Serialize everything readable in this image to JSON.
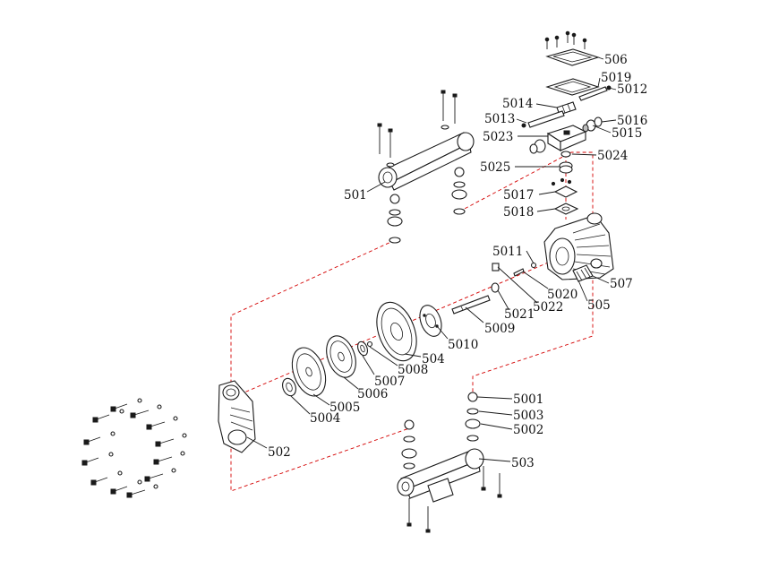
{
  "colors": {
    "ink": "#1a1a1a",
    "flow_line": "#d40000",
    "background": "#ffffff"
  },
  "labels": {
    "p506": "506",
    "p5019": "5019",
    "p5012": "5012",
    "p5014": "5014",
    "p5013": "5013",
    "p5016": "5016",
    "p5023": "5023",
    "p5015": "5015",
    "p5025": "5025",
    "p5024": "5024",
    "p501": "501",
    "p5017": "5017",
    "p5018": "5018",
    "p5011": "5011",
    "p507": "507",
    "p5020": "5020",
    "p5022": "5022",
    "p5021": "5021",
    "p505": "505",
    "p5009": "5009",
    "p5010": "5010",
    "p504": "504",
    "p5008": "5008",
    "p5007": "5007",
    "p5006": "5006",
    "p5005": "5005",
    "p5004": "5004",
    "p502": "502",
    "p5001": "5001",
    "p5003": "5003",
    "p5002": "5002",
    "p503": "503"
  }
}
